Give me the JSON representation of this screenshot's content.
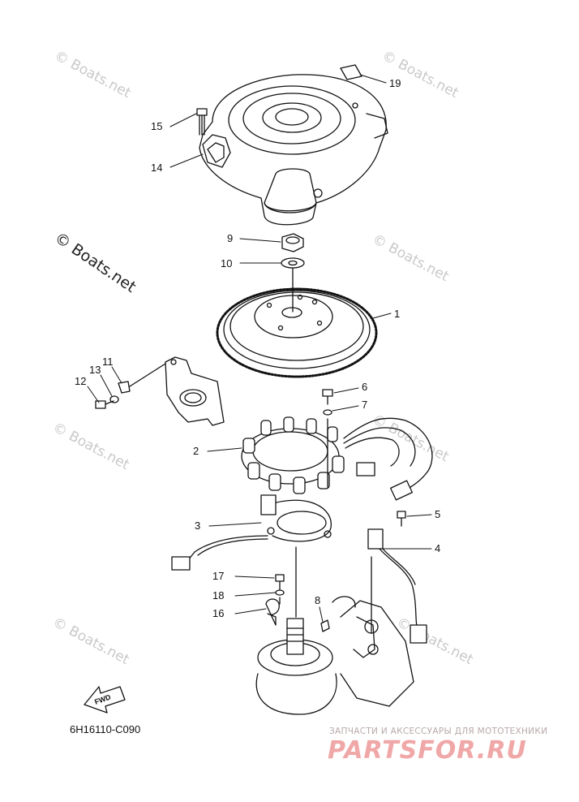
{
  "diagram": {
    "part_code": "6H16110-C090",
    "fwd_label": "FWD",
    "watermark_main": "© Boats.net",
    "watermark_faint": "© Boats.net",
    "brand_tagline": "ЗАПЧАСТИ И АКСЕССУАРЫ ДЛЯ МОТОТЕХНИКИ",
    "brand_name": "PARTSFOR.RU",
    "callouts": [
      {
        "label": "1"
      },
      {
        "label": "2"
      },
      {
        "label": "3"
      },
      {
        "label": "4"
      },
      {
        "label": "5"
      },
      {
        "label": "6"
      },
      {
        "label": "7"
      },
      {
        "label": "8"
      },
      {
        "label": "9"
      },
      {
        "label": "10"
      },
      {
        "label": "11"
      },
      {
        "label": "12"
      },
      {
        "label": "13"
      },
      {
        "label": "14"
      },
      {
        "label": "15"
      },
      {
        "label": "16"
      },
      {
        "label": "17"
      },
      {
        "label": "18"
      },
      {
        "label": "19"
      }
    ]
  }
}
